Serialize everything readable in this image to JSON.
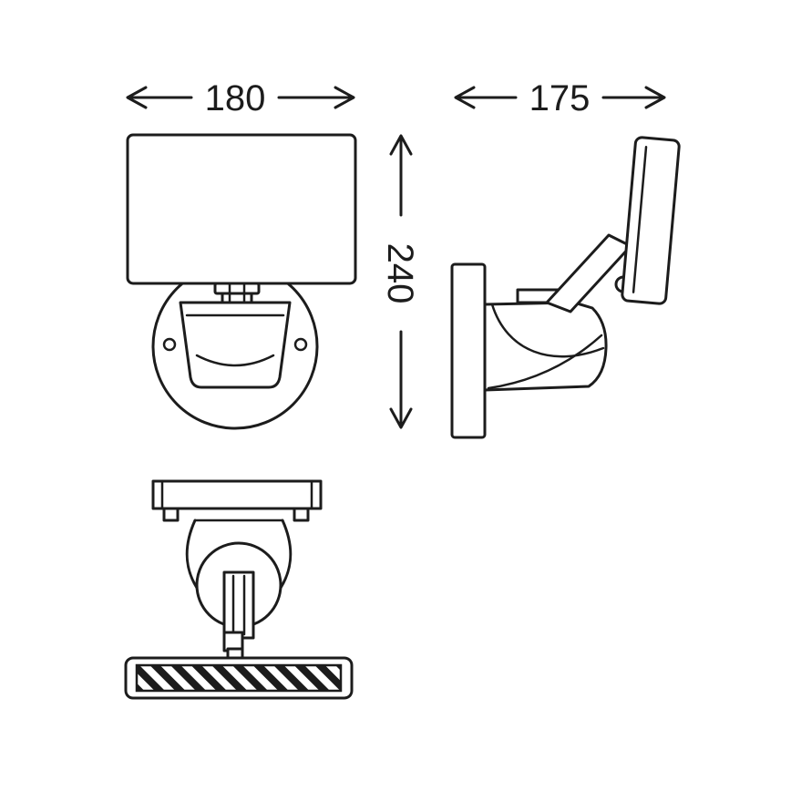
{
  "page": {
    "background_color": "#ffffff",
    "line_color": "#1c1c1c",
    "description": "Technical dimension drawing of a wall-mounted floodlight shown in front, side and top views"
  },
  "dimensions": {
    "front_width": "180",
    "side_depth": "175",
    "overall_height": "240"
  }
}
